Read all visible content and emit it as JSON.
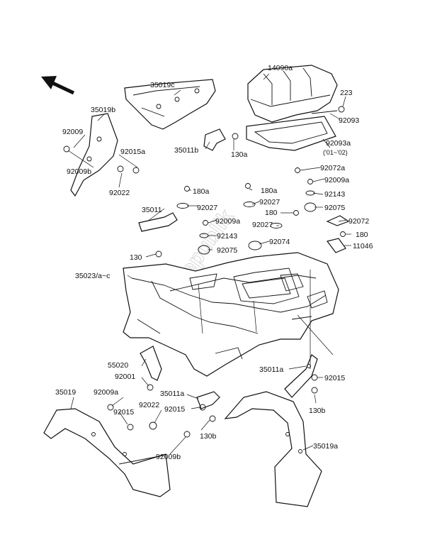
{
  "watermark": "PartsRepublik",
  "labels": {
    "l35019c": "35019c",
    "l14090a": "14090a",
    "l223": "223",
    "l35019b": "35019b",
    "l92093": "92093",
    "l92009_top": "92009",
    "l35011b": "35011b",
    "l130a": "130a",
    "l92093a": "92093a",
    "l92093a_note": "('01~'02)",
    "l92015a_top": "92015a",
    "l92009b_top": "92009b",
    "l92022_top": "92022",
    "l92072a": "92072a",
    "l92009a_r": "92009a",
    "l180a_1": "180a",
    "l180a_2": "180a",
    "l92143_r": "92143",
    "l35011": "35011",
    "l92027_1": "92027",
    "l92027_2": "92027",
    "l92075_r": "92075",
    "l180_1": "180",
    "l92072": "92072",
    "l92009a_m": "92009a",
    "l92027_3": "92027",
    "l180_2": "180",
    "l92143_m": "92143",
    "l92074": "92074",
    "l11046": "11046",
    "l130": "130",
    "l92075_m": "92075",
    "l35023": "35023/a~c",
    "l55020": "55020",
    "l35011a": "35011a",
    "l92001": "92001",
    "l92015_r": "92015",
    "l35019": "35019",
    "l92009a_b": "92009a",
    "l35011a_b": "35011a",
    "l92015_b1": "92015",
    "l92022_b": "92022",
    "l92015_b2": "92015",
    "l130b_r": "130b",
    "l130b_b": "130b",
    "l35019a": "35019a",
    "l92009b_b": "92009b"
  }
}
